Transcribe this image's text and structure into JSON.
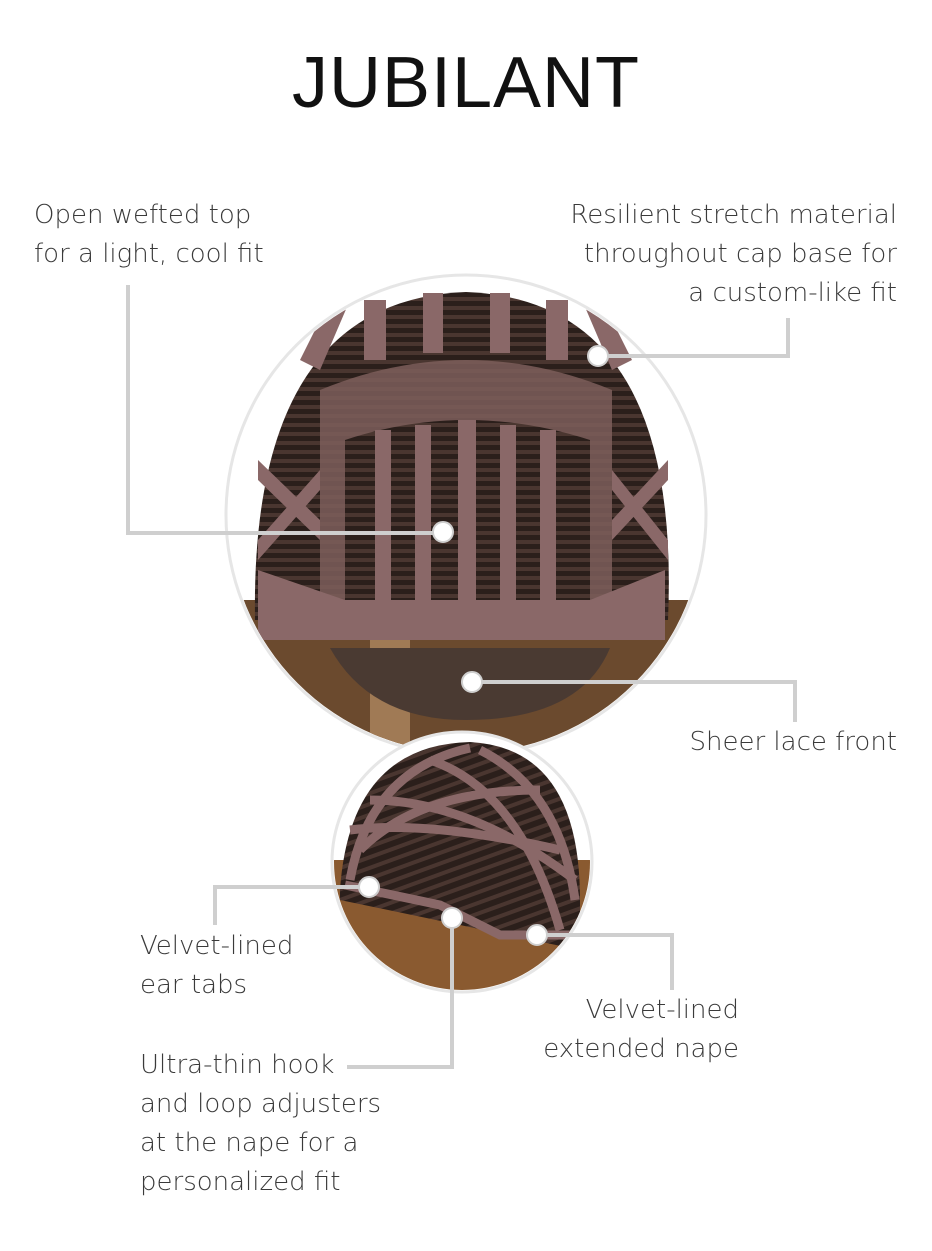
{
  "title": "JUBILANT",
  "labels": {
    "open_wefted": [
      "Open wefted top",
      "for a light, cool fit"
    ],
    "resilient": [
      "Resilient stretch material",
      "throughout cap base for",
      "a custom-like fit"
    ],
    "sheer_lace": [
      "Sheer lace front"
    ],
    "ear_tabs": [
      "Velvet-lined",
      "ear tabs"
    ],
    "nape": [
      "Velvet-lined",
      "extended nape"
    ],
    "hook_loop": [
      "Ultra-thin hook",
      "and loop adjusters",
      "at the nape for a",
      "personalized fit"
    ]
  },
  "colors": {
    "leader": "#cfcfcf",
    "band": "#8a6868",
    "cap_dark": "#2e211d",
    "hair": "#6b4a2e"
  }
}
